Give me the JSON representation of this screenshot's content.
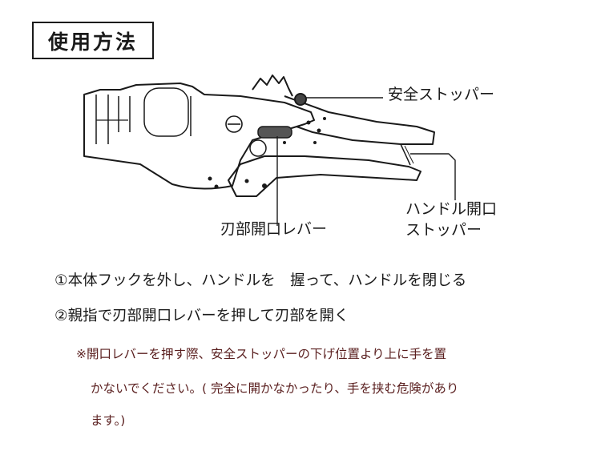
{
  "title": "使用方法",
  "labels": {
    "safety_stopper": "安全ストッパー",
    "handle_stopper_line1": "ハンドル開口",
    "handle_stopper_line2": "ストッパー",
    "blade_lever": "刃部開口レバー"
  },
  "steps": [
    "①本体フックを外し、ハンドルを　握って、ハンドルを閉じる",
    "②親指で刃部開口レバーを押して刃部を開く"
  ],
  "note_lines": [
    "※開口レバーを押す際、安全ストッパーの下げ位置より上に手を置",
    "かないでください。( 完全に開かなかったり、手を挟む危険があり",
    "ます。)"
  ],
  "colors": {
    "note": "#5a1f1f",
    "line": "#1a1a1a",
    "lever": "#555555"
  }
}
